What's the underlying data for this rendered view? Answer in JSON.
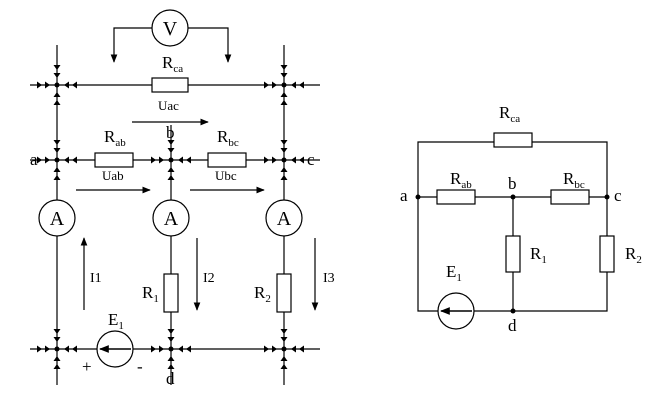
{
  "left_circuit": {
    "voltmeter": "V",
    "ammeter": "A",
    "resistors": {
      "ca": {
        "main": "R",
        "sub": "ca"
      },
      "ab": {
        "main": "R",
        "sub": "ab"
      },
      "bc": {
        "main": "R",
        "sub": "bc"
      },
      "r1": {
        "main": "R",
        "sub": "1"
      },
      "r2": {
        "main": "R",
        "sub": "2"
      }
    },
    "voltages": {
      "uac": "Uac",
      "uab": "Uab",
      "ubc": "Ubc"
    },
    "currents": {
      "i1": "I1",
      "i2": "I2",
      "i3": "I3"
    },
    "source": {
      "main": "E",
      "sub": "1"
    },
    "nodes": {
      "a": "a",
      "b": "b",
      "c": "c",
      "d": "d"
    },
    "polarity": {
      "plus": "+",
      "minus": "-"
    }
  },
  "right_circuit": {
    "resistors": {
      "ca": {
        "main": "R",
        "sub": "ca"
      },
      "ab": {
        "main": "R",
        "sub": "ab"
      },
      "bc": {
        "main": "R",
        "sub": "bc"
      },
      "r1": {
        "main": "R",
        "sub": "1"
      },
      "r2": {
        "main": "R",
        "sub": "2"
      }
    },
    "source": {
      "main": "E",
      "sub": "1"
    },
    "nodes": {
      "a": "a",
      "b": "b",
      "c": "c",
      "d": "d"
    }
  }
}
